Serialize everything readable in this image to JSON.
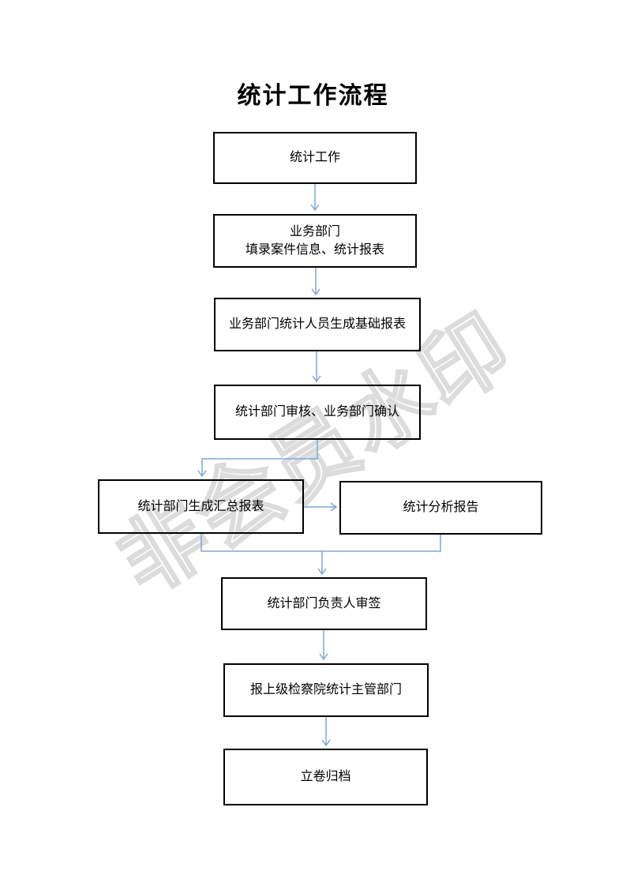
{
  "page": {
    "title": "统计工作流程",
    "background_color": "#ffffff"
  },
  "watermark": {
    "text": "非会员水印",
    "color": "#dcdcdc"
  },
  "flowchart": {
    "connector_color": "#7da7d9",
    "box_border_color": "#000000",
    "text_color": "#000000",
    "nodes": [
      {
        "label": "统计工作"
      },
      {
        "label": "业务部门\n填录案件信息、统计报表"
      },
      {
        "label": "业务部门统计人员生成基础报表"
      },
      {
        "label": "统计部门审核、业务部门确认"
      },
      {
        "label": "统计部门生成汇总报表"
      },
      {
        "label": "统计分析报告"
      },
      {
        "label": "统计部门负责人审签"
      },
      {
        "label": "报上级检察院统计主管部门"
      },
      {
        "label": "立卷归档"
      }
    ],
    "edges": [
      {
        "from": 0,
        "to": 1
      },
      {
        "from": 1,
        "to": 2
      },
      {
        "from": 2,
        "to": 3
      },
      {
        "from": 3,
        "to": 4
      },
      {
        "from": 4,
        "to": 5
      },
      {
        "from": 4,
        "to": 6
      },
      {
        "from": 5,
        "to": 6
      },
      {
        "from": 6,
        "to": 7
      },
      {
        "from": 7,
        "to": 8
      }
    ]
  }
}
